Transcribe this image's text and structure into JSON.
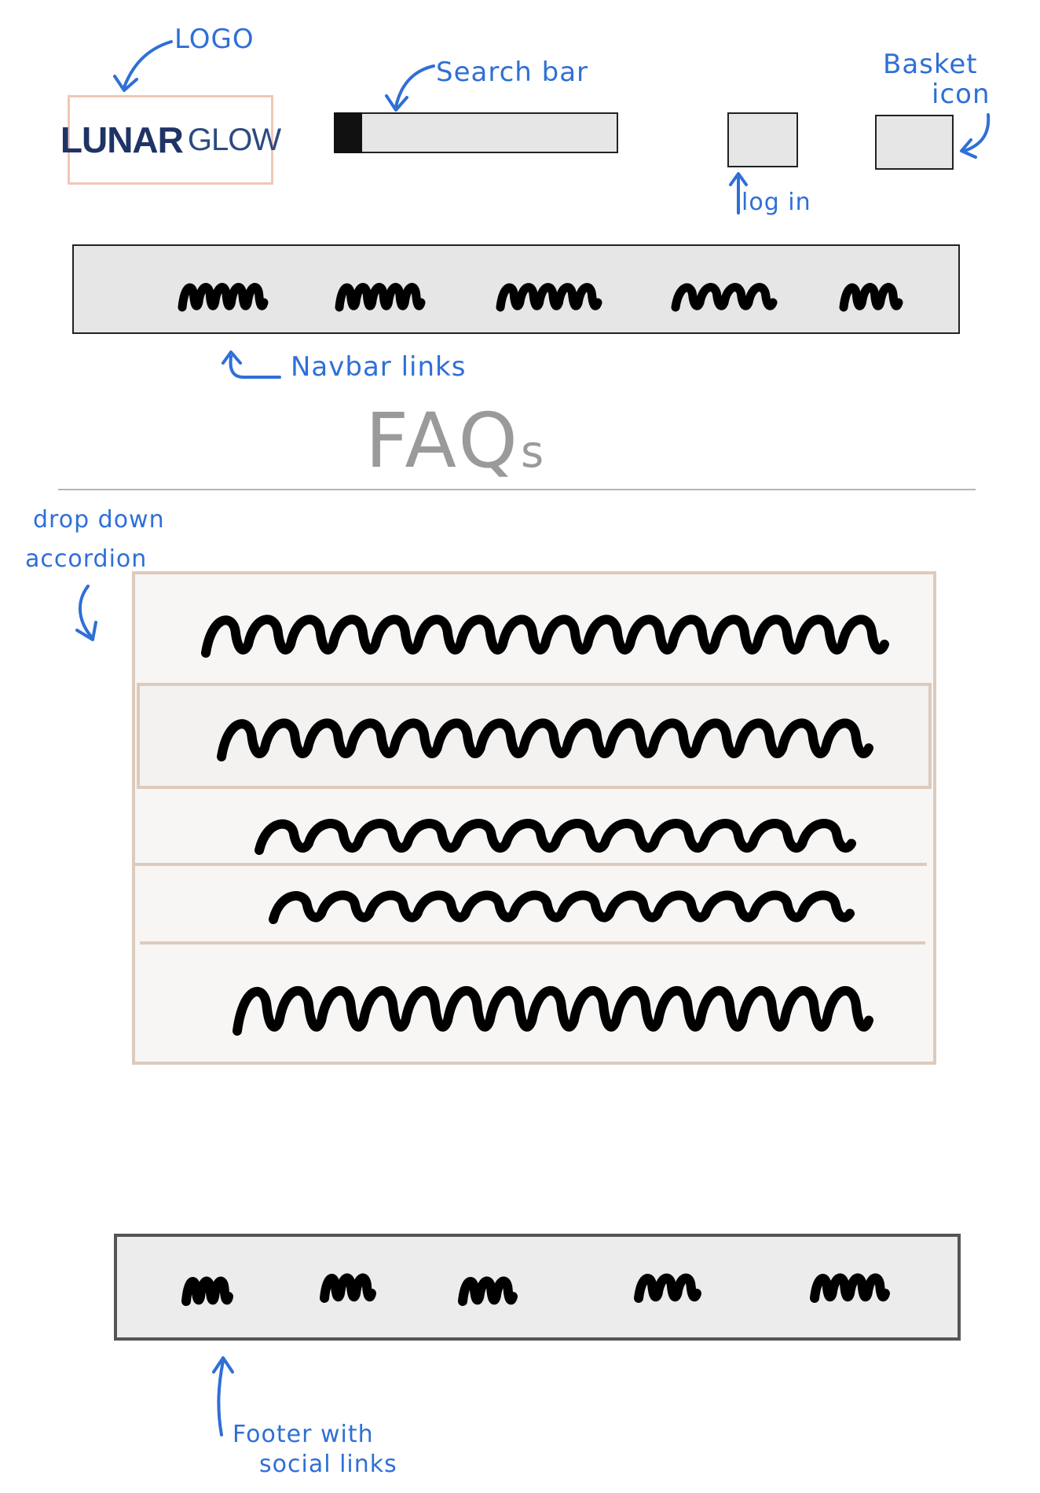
{
  "logo": {
    "word1": "LUNAR",
    "word2": "GLOW"
  },
  "annotations": {
    "logo": "LOGO",
    "search_bar": "Search bar",
    "basket_line1": "Basket",
    "basket_line2": "icon",
    "login": "log in",
    "navbar_links": "Navbar links",
    "accordion_line1": "drop down",
    "accordion_line2": "accordion",
    "footer_line1": "Footer with",
    "footer_line2": "social links"
  },
  "faq": {
    "title_main": "FAQ",
    "title_suffix": "s"
  },
  "colors": {
    "annotation": "#2f6fd6",
    "logo_border": "#f2c6b4",
    "logo_text": "#1e3466",
    "placeholder_fill": "#e6e6e6",
    "accordion_border": "#dccbbd",
    "accordion_fill": "#f8f6f4",
    "footer_fill": "#ececec",
    "scribble": "#000000"
  },
  "navbar": {
    "link_count": 5
  },
  "accordion": {
    "item_count": 5
  },
  "footer": {
    "link_count": 5
  }
}
